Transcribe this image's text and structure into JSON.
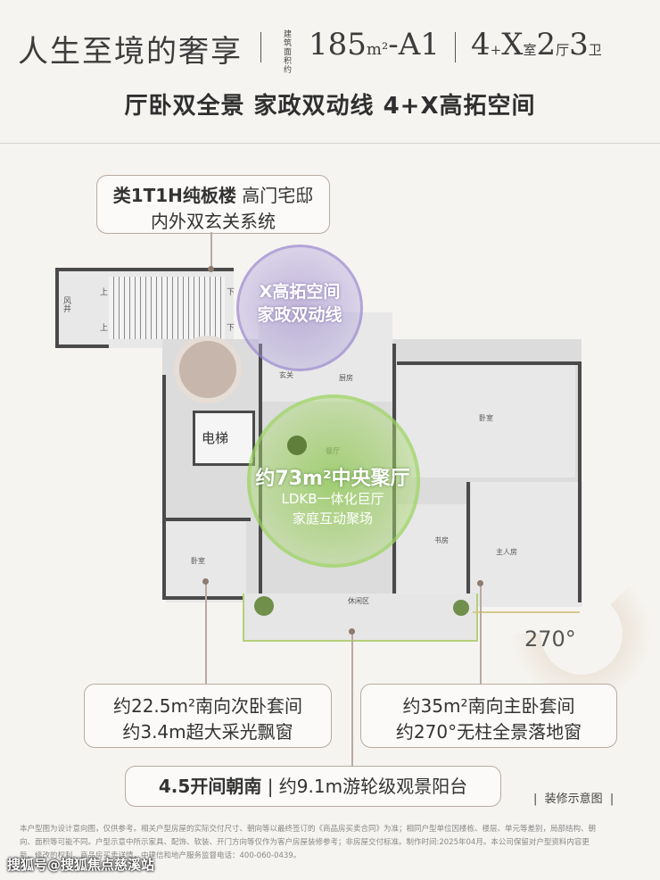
{
  "header": {
    "title": "人生至境的奢享",
    "area_label_chars": [
      "建筑",
      "面积",
      "约"
    ],
    "area": "185",
    "area_unit": "m²",
    "model": "-A1",
    "rooms_4": "4",
    "rooms_plus": "+",
    "rooms_x": "X",
    "rooms_shi": "室",
    "rooms_2": "2",
    "rooms_ting": "厅",
    "rooms_3": "3",
    "rooms_wei": "卫",
    "subtitle": "厅卧双全景 家政双动线 4+X高拓空间"
  },
  "callouts": {
    "top_line1_bold": "类1T1H纯板楼",
    "top_line1_rest": " 高门宅邸",
    "top_line2": "内外双玄关系统",
    "left_line1": "约22.5m²南向次卧套间",
    "left_line2": "约3.4m超大采光飘窗",
    "right_line1": "约35m²南向主卧套间",
    "right_line2": "约270°无柱全景落地窗",
    "bottom_bold": "4.5开间朝南",
    "bottom_sep": "|",
    "bottom_rest": "约9.1m游轮级观景阳台"
  },
  "plan": {
    "purple_line1": "X高拓空间",
    "purple_line2": "家政双动线",
    "green_line1": "约73m²中央聚厅",
    "green_line2": "LDKB一体化巨厅",
    "green_line3": "家庭互动聚场",
    "elevator": "电梯",
    "angle": "270°",
    "fengjing": "风井",
    "up1": "上",
    "up2": "上",
    "down1": "下",
    "down2": "下",
    "xuanguan": "玄关",
    "chufang": "厨房",
    "canting": "餐厅",
    "woshi_left": "卧室",
    "woshi_right": "卧室",
    "shufang": "书房",
    "zhuworen": "主人房",
    "xiuxian": "休闲区"
  },
  "decor_label": "装修示意图",
  "footer": {
    "line1": "本户型图为设计意向图，仅供参考。相关户型房屋的实际交付尺寸、朝向等以最终签订的《商品房买卖合同》为准；相同户型单位因楼栋、楼层、单元等差别，局部结构、朝",
    "line2": "向、面积等可能不同。户型示意中所示家具、配饰、软装、开门方向等仅作为客户房屋装修参考；非房屋交付标准。制作时间:2025年04月。本公司保留对户型资料内容更",
    "line3": "新、修改的权利。商品房买卖详情，中建信和地产服务监督电话：400-060-0439。"
  },
  "watermark": "搜狐号@搜狐焦点慈溪站"
}
